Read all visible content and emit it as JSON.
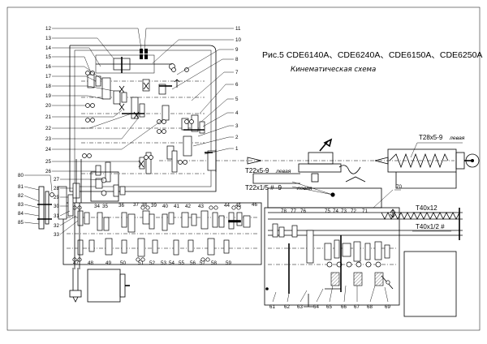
{
  "figure": {
    "title": "Рис.5 CDE6140A、CDE6240A、CDE6150A、CDE6250A",
    "subtitle": "Кинематическая схема"
  },
  "thread_labels": {
    "tailstock_screw": "T28x5-9",
    "tailstock_screw_hand": "левая",
    "cross_screw": "T22x5-9",
    "cross_screw_hand": "левая",
    "top_screw": "T22x1/5 # -9",
    "top_screw_hand": "левая",
    "lead_screw_1": "T40x12",
    "lead_screw_2": "T40x1/2 #"
  },
  "part_numbers": {
    "p1": "1",
    "p2": "2",
    "p3": "3",
    "p4": "4",
    "p5": "5",
    "p6": "6",
    "p7": "7",
    "p8": "8",
    "p9": "9",
    "p10": "10",
    "p11": "11",
    "p12": "12",
    "p13": "13",
    "p14": "14",
    "p15": "15",
    "p16": "16",
    "p17": "17",
    "p18": "18",
    "p19": "19",
    "p20": "20",
    "p21": "21",
    "p22": "22",
    "p23": "23",
    "p24": "24",
    "p25": "25",
    "p26": "26",
    "p27": "27",
    "p28": "28",
    "p29": "29",
    "p30": "30",
    "p31": "31",
    "p32": "32",
    "p33": "33",
    "p34": "34",
    "p35": "35",
    "p36": "36",
    "p37": "37",
    "p38": "38",
    "p39": "39",
    "p40": "40",
    "p41": "41",
    "p42": "42",
    "p43": "43",
    "p44": "44",
    "p45": "45",
    "p46": "46",
    "p47": "47",
    "p48": "48",
    "p49": "49",
    "p50": "50",
    "p51": "51",
    "p52": "52",
    "p53": "53",
    "p54": "54",
    "p55": "55",
    "p56": "56",
    "p57": "57",
    "p58": "58",
    "p59": "59",
    "p61": "61",
    "p62": "62",
    "p63": "63",
    "p64": "64",
    "p65": "65",
    "p66": "66",
    "p67": "67",
    "p68": "68",
    "p69": "69",
    "p70": "70",
    "p71": "71",
    "p72": "72",
    "p73": "73",
    "p74": "74",
    "p75": "75",
    "p76": "76",
    "p77": "77",
    "p78": "78",
    "p80": "80",
    "p81": "81",
    "p82": "82",
    "p83": "83",
    "p84": "84",
    "p85": "85"
  },
  "icons": {
    "motor": "motor-icon",
    "chuck": "chuck-icon",
    "tool_post": "tool-post-icon",
    "tailstock": "tailstock-icon",
    "handwheel": "handwheel-icon"
  }
}
